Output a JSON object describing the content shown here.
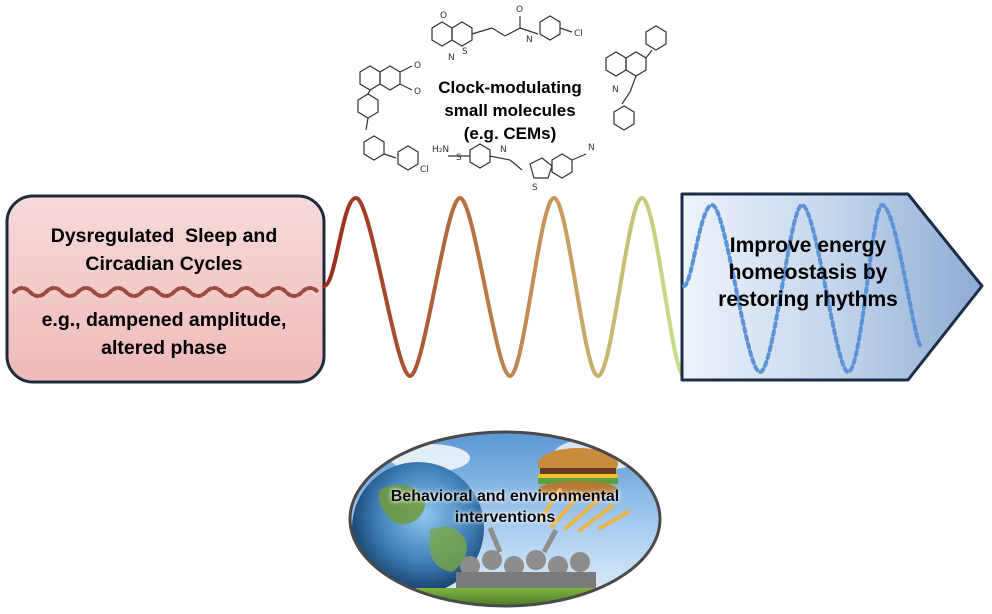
{
  "left_box": {
    "title_line1": "Dysregulated  Sleep and",
    "title_line2": "Circadian Cycles",
    "desc_line1": "e.g., dampened amplitude,",
    "desc_line2": "altered phase"
  },
  "right_arrow": {
    "line1": "Improve energy",
    "line2": "homeostasis by",
    "line3": "restoring rhythms"
  },
  "molecules_label": {
    "line1": "Clock-modulating",
    "line2": "small molecules",
    "line3": "(e.g. CEMs)"
  },
  "interventions_label": {
    "line1": "Behavioral and environmental",
    "line2": "interventions"
  },
  "colors": {
    "left_box_fill": "#f2c7c7",
    "left_box_border": "#1f2b3d",
    "arrow_fill_light": "#e1eaf5",
    "arrow_fill_dark": "#9db6d8",
    "arrow_border": "#1b2d49",
    "dotted_wave": "#5b93d6",
    "wave_start": "#9a2a1e",
    "wave_end": "#c7e28a"
  }
}
